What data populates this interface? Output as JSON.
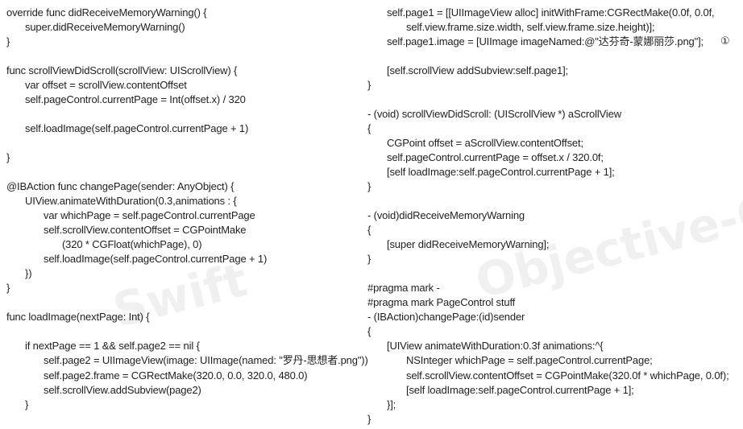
{
  "watermarks": {
    "left": "Swift",
    "right": "Objective-C"
  },
  "marker": "①",
  "left_code": [
    {
      "text": "override func didReceiveMemoryWarning() {",
      "indent": 0
    },
    {
      "text": "super.didReceiveMemoryWarning()",
      "indent": 1
    },
    {
      "text": "}",
      "indent": 0
    },
    {
      "text": "",
      "indent": 0
    },
    {
      "text": "func scrollViewDidScroll(scrollView: UIScrollView) {",
      "indent": 0
    },
    {
      "text": "var offset = scrollView.contentOffset",
      "indent": 1
    },
    {
      "text": "self.pageControl.currentPage = Int(offset.x) / 320",
      "indent": 1
    },
    {
      "text": "",
      "indent": 0
    },
    {
      "text": "self.loadImage(self.pageControl.currentPage + 1)",
      "indent": 1
    },
    {
      "text": "",
      "indent": 0
    },
    {
      "text": "}",
      "indent": 0
    },
    {
      "text": "",
      "indent": 0
    },
    {
      "text": "@IBAction func changePage(sender: AnyObject) {",
      "indent": 0
    },
    {
      "text": "UIView.animateWithDuration(0.3,animations : {",
      "indent": 1
    },
    {
      "text": "var whichPage = self.pageControl.currentPage",
      "indent": 2
    },
    {
      "text": "self.scrollView.contentOffset = CGPointMake",
      "indent": 2
    },
    {
      "text": "(320 * CGFloat(whichPage), 0)",
      "indent": 3
    },
    {
      "text": "self.loadImage(self.pageControl.currentPage + 1)",
      "indent": 2
    },
    {
      "text": "})",
      "indent": 1
    },
    {
      "text": "}",
      "indent": 0
    },
    {
      "text": "",
      "indent": 0
    },
    {
      "text": "func loadImage(nextPage: Int) {",
      "indent": 0
    },
    {
      "text": "",
      "indent": 0
    },
    {
      "text": "if nextPage == 1 && self.page2 == nil {",
      "indent": 1
    },
    {
      "text": "self.page2 = UIImageView(image: UIImage(named: \"罗丹-思想者.png\"))",
      "indent": 2
    },
    {
      "text": "self.page2.frame = CGRectMake(320.0, 0.0, 320.0, 480.0)",
      "indent": 2
    },
    {
      "text": "self.scrollView.addSubview(page2)",
      "indent": 2
    },
    {
      "text": "}",
      "indent": 1
    }
  ],
  "right_code": [
    {
      "text": "self.page1 = [[UIImageView alloc] initWithFrame:CGRectMake(0.0f, 0.0f,",
      "indent": 1
    },
    {
      "text": "self.view.frame.size.width, self.view.frame.size.height)];",
      "indent": 2
    },
    {
      "text": "self.page1.image = [UIImage imageNamed:@\"达芬奇-蒙娜丽莎.png\"];",
      "indent": 1
    },
    {
      "text": "",
      "indent": 0
    },
    {
      "text": "[self.scrollView addSubview:self.page1];",
      "indent": 1
    },
    {
      "text": "}",
      "indent": 0
    },
    {
      "text": "",
      "indent": 0
    },
    {
      "text": "- (void) scrollViewDidScroll: (UIScrollView *) aScrollView",
      "indent": 0
    },
    {
      "text": "{",
      "indent": 0
    },
    {
      "text": "CGPoint offset = aScrollView.contentOffset;",
      "indent": 1
    },
    {
      "text": "self.pageControl.currentPage = offset.x / 320.0f;",
      "indent": 1
    },
    {
      "text": "[self loadImage:self.pageControl.currentPage + 1];",
      "indent": 1
    },
    {
      "text": "}",
      "indent": 0
    },
    {
      "text": "",
      "indent": 0
    },
    {
      "text": "- (void)didReceiveMemoryWarning",
      "indent": 0
    },
    {
      "text": "{",
      "indent": 0
    },
    {
      "text": "[super didReceiveMemoryWarning];",
      "indent": 1
    },
    {
      "text": "}",
      "indent": 0
    },
    {
      "text": "",
      "indent": 0
    },
    {
      "text": "#pragma mark -",
      "indent": 0
    },
    {
      "text": "#pragma mark PageControl stuff",
      "indent": 0
    },
    {
      "text": "- (IBAction)changePage:(id)sender",
      "indent": 0
    },
    {
      "text": "{",
      "indent": 0
    },
    {
      "text": "[UIView animateWithDuration:0.3f animations:^{",
      "indent": 1
    },
    {
      "text": "NSInteger whichPage = self.pageControl.currentPage;",
      "indent": 2
    },
    {
      "text": "self.scrollView.contentOffset = CGPointMake(320.0f * whichPage, 0.0f);",
      "indent": 2
    },
    {
      "text": "[self loadImage:self.pageControl.currentPage + 1];",
      "indent": 2
    },
    {
      "text": "}];",
      "indent": 1
    },
    {
      "text": "}",
      "indent": 0
    }
  ]
}
